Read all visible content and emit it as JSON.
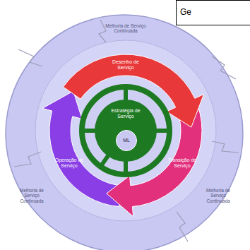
{
  "diagram": {
    "nodes": [
      {
        "text": [
          "Ge"
        ]
      },
      {
        "text": [
          "Melhoria de Serviço Continuada",
          "Melhoria de Serviço Continuada",
          "Melhoria de Serviço Continuada"
        ]
      },
      {
        "text": [
          "Desenho de Serviço"
        ],
        "in": 1
      },
      {
        "text": [
          "Transição de Serviço"
        ],
        "in": 1
      },
      {
        "text": [
          "Operação de Serviço"
        ],
        "in": 1
      },
      {
        "text": [
          "Estratégia de Serviço"
        ],
        "in": 1
      },
      {
        "text": [
          "ML"
        ],
        "in": 5
      }
    ]
  }
}
